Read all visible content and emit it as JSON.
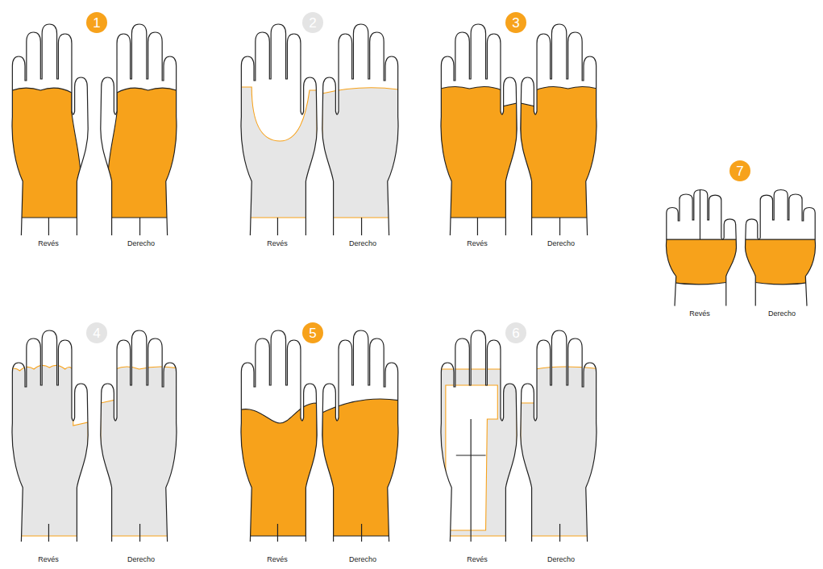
{
  "diagram": {
    "nodes": [
      {
        "text": [
          "1"
        ]
      },
      {
        "text": [
          "2"
        ]
      },
      {
        "text": [
          "3"
        ]
      },
      {
        "text": [
          "4"
        ]
      },
      {
        "text": [
          "5"
        ]
      },
      {
        "text": [
          "6"
        ]
      },
      {
        "text": [
          "7"
        ]
      }
    ],
    "labels": [
      "Revés",
      "Derecho",
      "Revés",
      "Derecho",
      "Revés",
      "Derecho",
      "Revés",
      "Derecho",
      "Revés",
      "Derecho",
      "Revés",
      "Derecho",
      "Revés",
      "Derecho"
    ]
  }
}
